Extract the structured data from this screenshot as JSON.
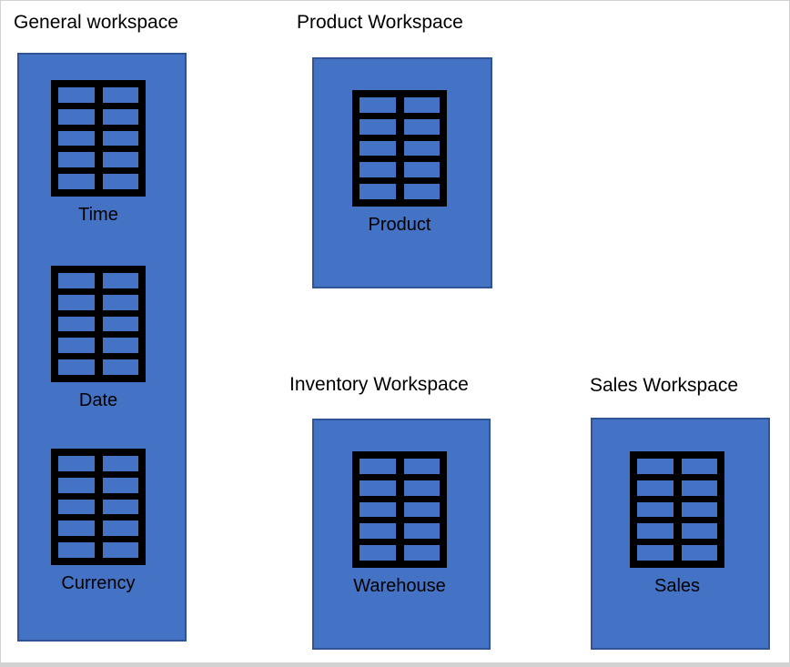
{
  "colors": {
    "workspace_fill": "#4472C4",
    "workspace_border": "#2F5597",
    "icon_color": "#000000",
    "text_color": "#000000",
    "frame_color": "#D2D2D2",
    "canvas_bg": "#FFFFFF"
  },
  "workspaces": [
    {
      "label": "General workspace",
      "tables": [
        "Time",
        "Date",
        "Currency"
      ]
    },
    {
      "label": "Product Workspace",
      "tables": [
        "Product"
      ]
    },
    {
      "label": "Inventory Workspace",
      "tables": [
        "Warehouse"
      ]
    },
    {
      "label": "Sales Workspace",
      "tables": [
        "Sales"
      ]
    }
  ]
}
